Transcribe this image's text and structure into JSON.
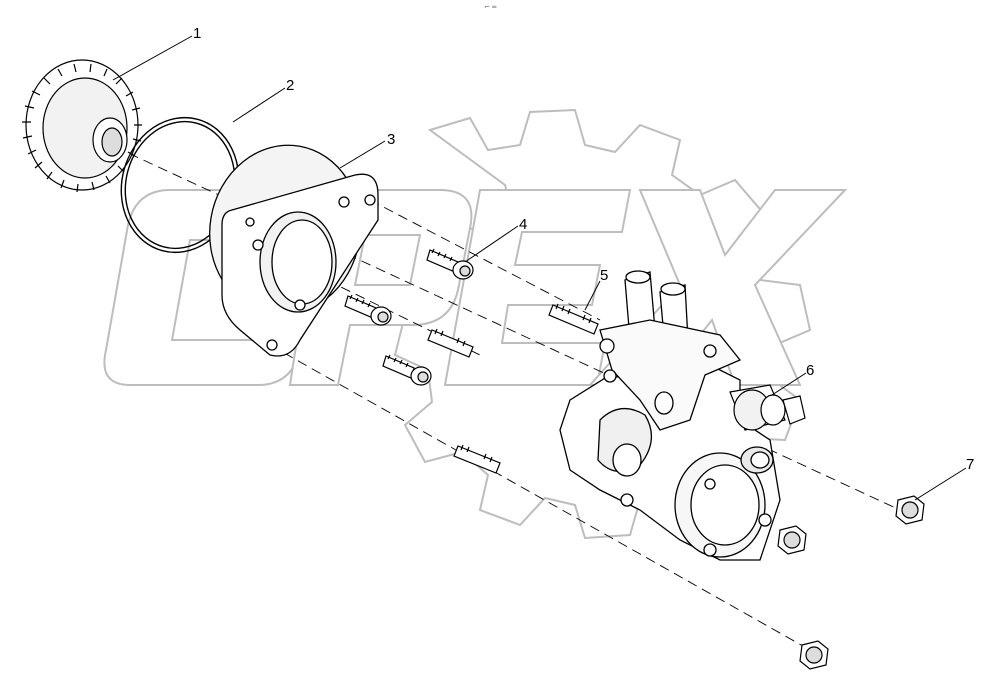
{
  "header_mark": "⌐ ═",
  "watermark": {
    "text": "OPEX",
    "color": "#e9e9e9",
    "stroke": "#bdbdbd"
  },
  "line_color": "#000000",
  "callouts": [
    {
      "number": "1",
      "part": "drive-gear"
    },
    {
      "number": "2",
      "part": "o-ring"
    },
    {
      "number": "3",
      "part": "flange-adapter"
    },
    {
      "number": "4",
      "part": "flange-bolt"
    },
    {
      "number": "5",
      "part": "stud"
    },
    {
      "number": "6",
      "part": "pressure-sensor"
    },
    {
      "number": "7",
      "part": "flange-nut"
    }
  ]
}
